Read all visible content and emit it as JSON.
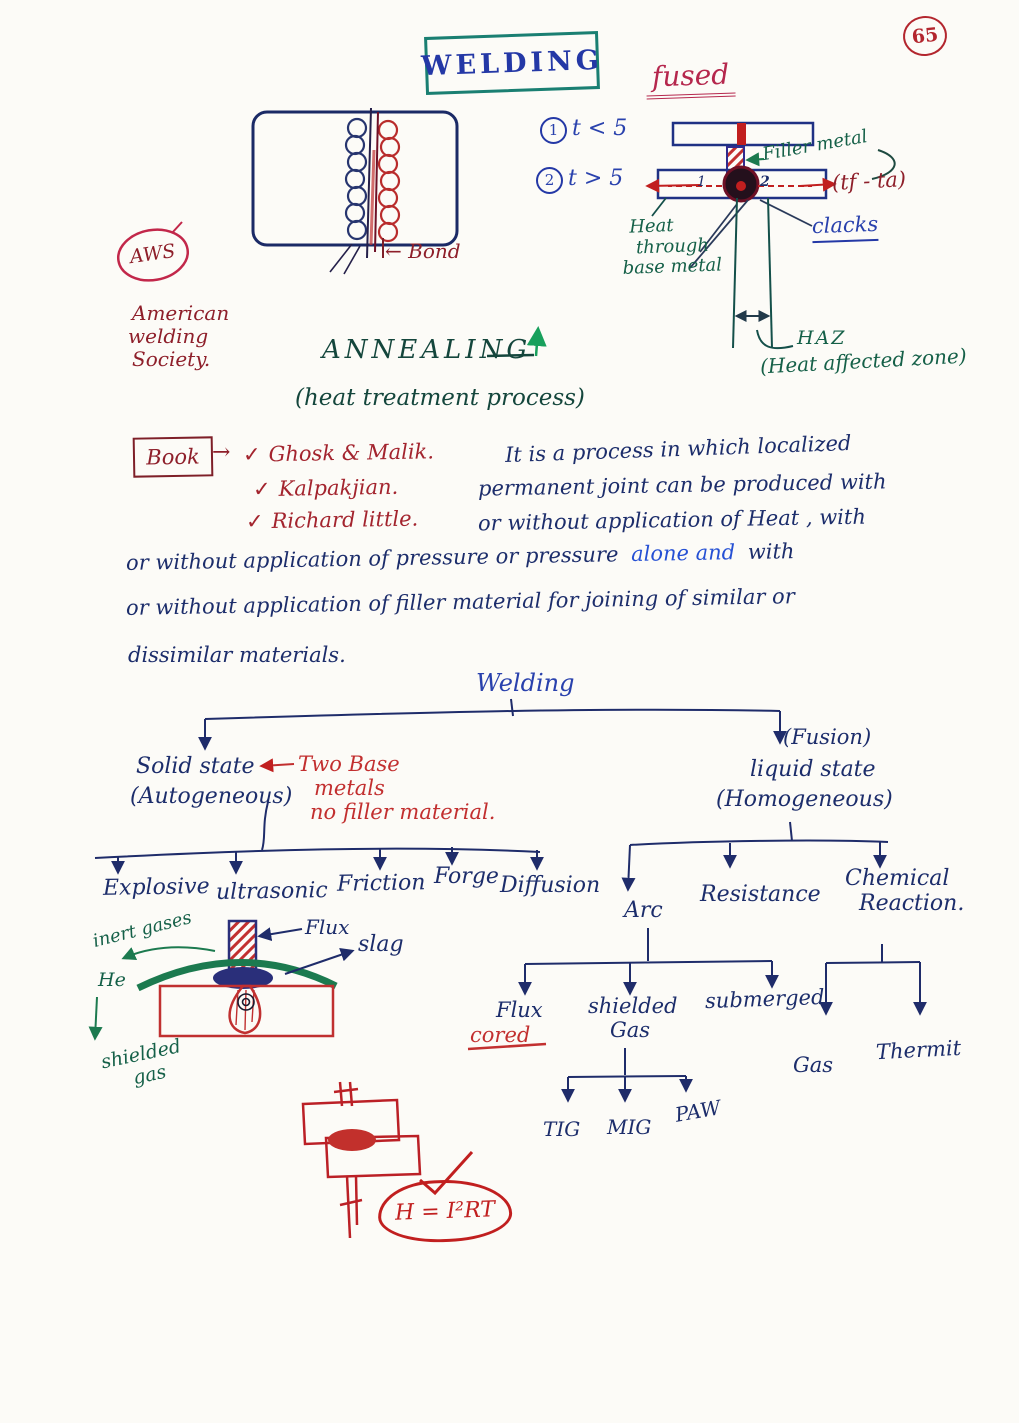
{
  "page": {
    "number": "65",
    "title": "WELDING"
  },
  "top": {
    "fused": "fused",
    "bond": "← Bond",
    "case1_num": "1",
    "case1_expr": "t < 5",
    "case2_num": "2",
    "case2_expr": "t > 5",
    "filler_metal": "Filler metal",
    "tf_ta": "(tf - ta)",
    "clacks": "clacks",
    "heat_through": [
      "Heat",
      "through",
      "base metal"
    ],
    "haz": "HAZ",
    "haz_full": "(Heat affected zone)",
    "bar1": "1",
    "bar2": "2"
  },
  "aws": {
    "abbr": "AWS",
    "lines": [
      "American",
      "welding",
      "Society."
    ]
  },
  "annealing": {
    "title": "ANNEALING",
    "subtitle": "(heat treatment process)"
  },
  "books": {
    "label": "Book",
    "arrow": "→",
    "check": "✓",
    "items": [
      "Ghosk & Malik.",
      "Kalpakjian.",
      "Richard little."
    ]
  },
  "definition": {
    "l1": "It is a process in which localized",
    "l2": "permanent joint can be produced with",
    "l3": "or without application of Heat , with",
    "l4a": "or without application of pressure or pressure",
    "l4b": "alone and",
    "l4c": "with",
    "l5": "or without application of filler material for joining of similar or",
    "l6": "dissimilar materials."
  },
  "tree": {
    "root": "Welding",
    "solid_label": "Solid state",
    "solid_sub": "(Autogeneous)",
    "note_arrow": "⟵",
    "note_lines": [
      "Two Base",
      "metals",
      "no filler material."
    ],
    "solid_children": [
      "Explosive",
      "ultrasonic",
      "Friction",
      "Forge",
      "Diffusion"
    ],
    "fusion": "(Fusion)",
    "liquid_label": "liquid state",
    "liquid_sub": "(Homogeneous)",
    "arc": "Arc",
    "resistance": "Resistance",
    "chemical": [
      "Chemical",
      "Reaction."
    ],
    "flux": "Flux",
    "cored": "cored",
    "shielded": [
      "shielded",
      "Gas"
    ],
    "submerged": "submerged",
    "gas_children": [
      "TIG",
      "MIG",
      "PAW"
    ],
    "chem_children": [
      "Gas",
      "Thermit"
    ]
  },
  "arc_diagram": {
    "inert": "inert gases",
    "he": "He",
    "shielded_lines": [
      "shielded",
      "gas"
    ],
    "flux": "Flux",
    "slag": "slag"
  },
  "resistance_diagram": {
    "formula": "H = I²RT"
  }
}
